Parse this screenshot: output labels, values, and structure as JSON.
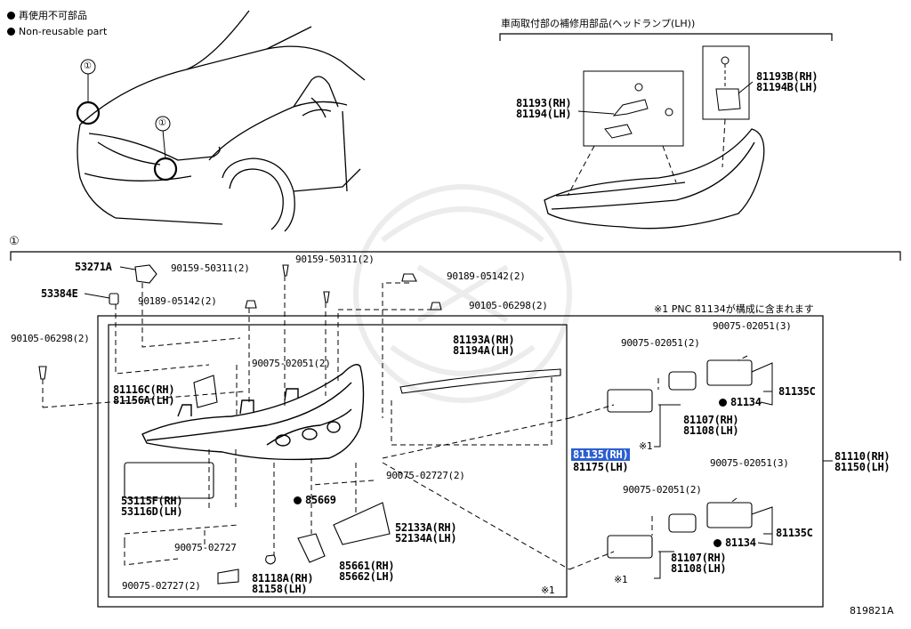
{
  "legend": {
    "jp": "再使用不可部品",
    "en": "Non-reusable part"
  },
  "callouts": {
    "one": "①"
  },
  "repair_kit": {
    "title": "車両取付部の補修用部品(ヘッドランプ(LH))",
    "bracket_a": [
      "81193(RH)",
      "81194(LH)"
    ],
    "bracket_b": [
      "81193B(RH)",
      "81194B(LH)"
    ]
  },
  "note": "※1 PNC 81134が構成に含まれます",
  "parts": {
    "p53271a": "53271A",
    "p53384e": "53384E",
    "p90105_left": "90105-06298(2)",
    "p90159_a": "90159-50311(2)",
    "p90159_b": "90159-50311(2)",
    "p90189_a": "90189-05142(2)",
    "p90189_b": "90189-05142(2)",
    "p90105_right": "90105-06298(2)",
    "p81193a": [
      "81193A(RH)",
      "81194A(LH)"
    ],
    "p90075_2051_top": "90075-02051(2)",
    "p81116c": [
      "81116C(RH)",
      "81156A(LH)"
    ],
    "p53115f": [
      "53115F(RH)",
      "53116D(LH)"
    ],
    "p90075_2727_right": "90075-02727(2)",
    "p85669": "85669",
    "p52133a": [
      "52133A(RH)",
      "52134A(LH)"
    ],
    "p90075_2727_single": "90075-02727",
    "p90075_2727_bottom": "90075-02727(2)",
    "p81118a": [
      "81118A(RH)",
      "81158(LH)"
    ],
    "p85661": [
      "85661(RH)",
      "85662(LH)"
    ],
    "mark_box": "※1",
    "p90075_2051_a": "90075-02051(2)",
    "p90075_2051_3a": "90075-02051(3)",
    "p81134_a": "81134",
    "p81135c_a": "81135C",
    "p81107_a": [
      "81107(RH)",
      "81108(LH)"
    ],
    "mark_a": "※1",
    "p81135": [
      "81135(RH)",
      "81175(LH)"
    ],
    "p81110": [
      "81110(RH)",
      "81150(LH)"
    ],
    "p90075_2051_3b": "90075-02051(3)",
    "p90075_2051_b": "90075-02051(2)",
    "p81134_b": "81134",
    "p81135c_b": "81135C",
    "p81107_b": [
      "81107(RH)",
      "81108(LH)"
    ],
    "mark_b": "※1"
  },
  "figure_id": "819821A"
}
